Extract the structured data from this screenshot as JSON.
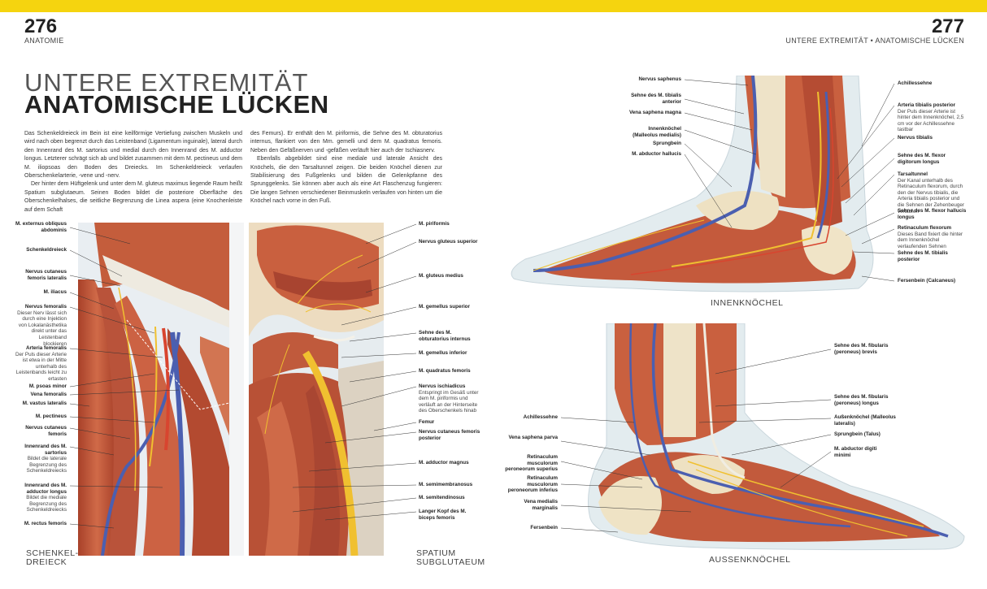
{
  "header": {
    "left_page_number": "276",
    "left_section": "ANATOMIE",
    "right_page_number": "277",
    "right_section": "UNTERE EXTREMITÄT • ANATOMISCHE LÜCKEN"
  },
  "title": {
    "line1": "UNTERE EXTREMITÄT",
    "line2": "ANATOMISCHE LÜCKEN"
  },
  "body_text": {
    "col1_p1": "Das Schenkeldreieck im Bein ist eine keilförmige Vertiefung zwischen Muskeln und wird nach oben begrenzt durch das Leistenband (Ligamentum inguinale), lateral durch den Innenrand des M. sartorius und medial durch den Innenrand des M. adductor longus. Letzterer schrägt sich ab und bildet zusammen mit dem M. pectineus und dem M. iliopsoas den Boden des Dreiecks. Im Schenkeldreieck verlaufen Oberschenkelarterie, -vene und -nerv.",
    "col1_p2": "Der hinter dem Hüftgelenk und unter dem M. gluteus maximus liegende Raum heißt Spatium subglutaeum. Seinen Boden bildet die posteriore Oberfläche des Oberschenkelhalses, die seitliche Begrenzung die Linea aspera (eine Knochenleiste auf dem Schaft",
    "col2_p1": "des Femurs). Er enthält den M. piriformis, die Sehne des M. obturatorius internus, flankiert von den Mm. gemelli und dem M. quadratus femoris. Neben den Gefäßnerven und -gefäßen verläuft hier auch der Ischiasnerv.",
    "col2_p2": "Ebenfalls abgebildet sind eine mediale und laterale Ansicht des Knöchels, die den Tarsaltunnel zeigen. Die beiden Knöchel dienen zur Stabilisierung des Fußgelenks und bilden die Gelenkpfanne des Sprunggelenks. Sie können aber auch als eine Art Flaschenzug fungieren: Die langen Sehnen verschiedener Beinmuskeln verlaufen von hinten um die Knöchel nach vorne in den Fuß."
  },
  "captions": {
    "schenkeldreieck": "SCHENKEL-DREIECK",
    "spatium": "SPATIUM SUBGLUTAEUM",
    "innenknoechel": "INNENKNÖCHEL",
    "aussenknoechel": "AUSSENKNÖCHEL"
  },
  "labels_thigh": [
    {
      "bold": "M. externus obliquus abdominis",
      "note": ""
    },
    {
      "bold": "Schenkeldreieck",
      "note": ""
    },
    {
      "bold": "Nervus cutaneus femoris lateralis",
      "note": ""
    },
    {
      "bold": "M. iliacus",
      "note": ""
    },
    {
      "bold": "Nervus femoralis",
      "note": "Dieser Nerv lässt sich durch eine Injektion von Lokalanästhetika direkt unter das Leistenband blockieren"
    },
    {
      "bold": "Arteria femoralis",
      "note": "Der Puls dieser Arterie ist etwa in der Mitte unterhalb des Leistenbands leicht zu ertasten"
    },
    {
      "bold": "M. psoas minor",
      "note": ""
    },
    {
      "bold": "Vena femoralis",
      "note": ""
    },
    {
      "bold": "M. vastus lateralis",
      "note": ""
    },
    {
      "bold": "M. pectineus",
      "note": ""
    },
    {
      "bold": "Nervus cutaneus femoris",
      "note": ""
    },
    {
      "bold": "Innenrand des M. sartorius",
      "note": "Bildet die laterale Begrenzung des Schenkeldreiecks"
    },
    {
      "bold": "Innenrand des M. adductor longus",
      "note": "Bildet die mediale Begrenzung des Schenkeldreiecks"
    },
    {
      "bold": "M. rectus femoris",
      "note": ""
    }
  ],
  "labels_hip": [
    {
      "bold": "M. piriformis",
      "note": ""
    },
    {
      "bold": "Nervus gluteus superior",
      "note": ""
    },
    {
      "bold": "M. gluteus medius",
      "note": ""
    },
    {
      "bold": "M. gemellus superior",
      "note": ""
    },
    {
      "bold": "Sehne des M. obturatorius internus",
      "note": ""
    },
    {
      "bold": "M. gemellus inferior",
      "note": ""
    },
    {
      "bold": "M. quadratus femoris",
      "note": ""
    },
    {
      "bold": "Nervus ischiadicus",
      "note": "Entspringt im Gesäß unter dem M. piriformis und verläuft an der Hinterseite des Oberschenkels hinab"
    },
    {
      "bold": "Femur",
      "note": ""
    },
    {
      "bold": "Nervus cutaneus femoris posterior",
      "note": ""
    },
    {
      "bold": "M. adductor magnus",
      "note": ""
    },
    {
      "bold": "M. semimembranosus",
      "note": ""
    },
    {
      "bold": "M. semitendinosus",
      "note": ""
    },
    {
      "bold": "Langer Kopf des M. biceps femoris",
      "note": ""
    }
  ],
  "labels_medial_left": [
    {
      "bold": "Nervus saphenus",
      "note": ""
    },
    {
      "bold": "Sehne des M. tibialis anterior",
      "note": ""
    },
    {
      "bold": "Vena saphena magna",
      "note": ""
    },
    {
      "bold": "Innenknöchel (Malleolus medialis)",
      "note": ""
    },
    {
      "bold": "Sprungbein",
      "note": ""
    },
    {
      "bold": "M. abductor hallucis",
      "note": ""
    }
  ],
  "labels_medial_right": [
    {
      "bold": "Achillessehne",
      "note": ""
    },
    {
      "bold": "Arteria tibialis posterior",
      "note": "Der Puls dieser Arterie ist hinter dem Innenknöchel, 2,5 cm vor der Achillessehne tastbar"
    },
    {
      "bold": "Nervus tibialis",
      "note": ""
    },
    {
      "bold": "Sehne des M. flexor digitorum longus",
      "note": ""
    },
    {
      "bold": "Tarsaltunnel",
      "note": "Der Kanal unterhalb des Retinaculum flexorum, durch den der Nervus tibialis, die Arteria tibialis posterior und die Sehnen der Zehenbeuger verlaufen"
    },
    {
      "bold": "Sehne des M. flexor hallucis longus",
      "note": ""
    },
    {
      "bold": "Retinaculum flexorum",
      "note": "Dieses Band fixiert die hinter dem Innenknöchel verlaufenden Sehnen"
    },
    {
      "bold": "Sehne des M. tibialis posterior",
      "note": ""
    },
    {
      "bold": "Fersenbein (Calcaneus)",
      "note": ""
    }
  ],
  "labels_lateral_left": [
    {
      "bold": "Achillessehne",
      "note": ""
    },
    {
      "bold": "Vena saphena parva",
      "note": ""
    },
    {
      "bold": "Retinaculum musculorum peroneorum superius",
      "note": ""
    },
    {
      "bold": "Retinaculum musculorum peroneorum inferius",
      "note": ""
    },
    {
      "bold": "Vena medialis marginalis",
      "note": ""
    },
    {
      "bold": "Fersenbein",
      "note": ""
    }
  ],
  "labels_lateral_right": [
    {
      "bold": "Sehne des M. fibularis (peroneus) brevis",
      "note": ""
    },
    {
      "bold": "Sehne des M. fibularis (peroneus) longus",
      "note": ""
    },
    {
      "bold": "Außenknöchel (Malleolus lateralis)",
      "note": ""
    },
    {
      "bold": "Sprungbein (Talus)",
      "note": ""
    },
    {
      "bold": "M. abductor digiti minimi",
      "note": ""
    }
  ],
  "colors": {
    "accent_yellow": "#f5d40f",
    "muscle": "#c65a3a",
    "vein": "#4b5fb0",
    "nerve": "#f0c030",
    "bone": "#efe2c2"
  }
}
